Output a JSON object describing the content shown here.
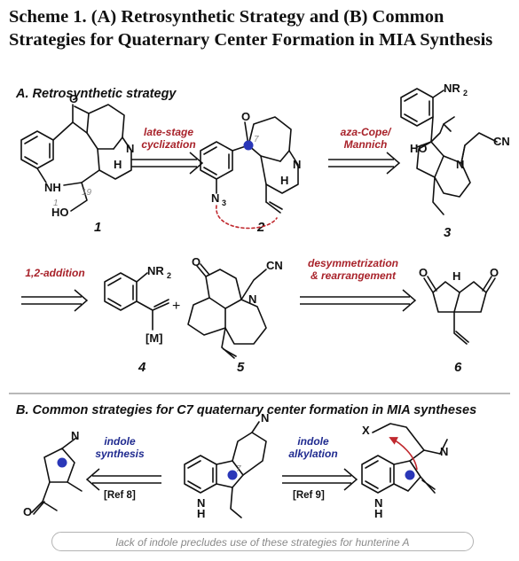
{
  "scheme": {
    "title": "Scheme 1. (A) Retrosynthetic Strategy and (B) Common Strategies for Quaternary Center Formation in MIA Synthesis"
  },
  "section_a": {
    "heading": "A. Retrosynthetic strategy",
    "arrow1": {
      "line1": "late-stage",
      "line2": "cyclization"
    },
    "arrow2": {
      "line1": "aza-Cope/",
      "line2": "Mannich"
    },
    "arrow3": {
      "line1": "1,2-addition"
    },
    "arrow4": {
      "line1": "desymmetrization",
      "line2": "& rearrangement"
    },
    "compounds": {
      "c1": "1",
      "c2": "2",
      "c3": "3",
      "c4": "4",
      "c5": "5",
      "c6": "6"
    },
    "atoms": {
      "O": "O",
      "N": "N",
      "H": "H",
      "NH": "NH",
      "HO": "HO",
      "N3": "N",
      "N3_sub": "3",
      "NR2": "NR",
      "NR2_sub": "2",
      "CN": "CN",
      "M": "[M]",
      "num1": "1",
      "num19": "19",
      "num7": "7",
      "plus": "+",
      "X": "X"
    },
    "colors": {
      "label": "#a8222a",
      "highlight": "#2a37b8",
      "dash": "#c0282e"
    }
  },
  "section_b": {
    "heading": "B. Common strategies for C7 quaternary center formation in MIA syntheses",
    "arrow_left": {
      "line1": "indole",
      "line2": "synthesis",
      "ref": "[Ref 8]"
    },
    "arrow_right": {
      "line1": "indole",
      "line2": "alkylation",
      "ref": "[Ref 9]"
    },
    "note": "lack of indole precludes use of these strategies for hunterine A",
    "colors": {
      "label": "#1f2a8f",
      "curved_arrow": "#c0282e"
    }
  }
}
